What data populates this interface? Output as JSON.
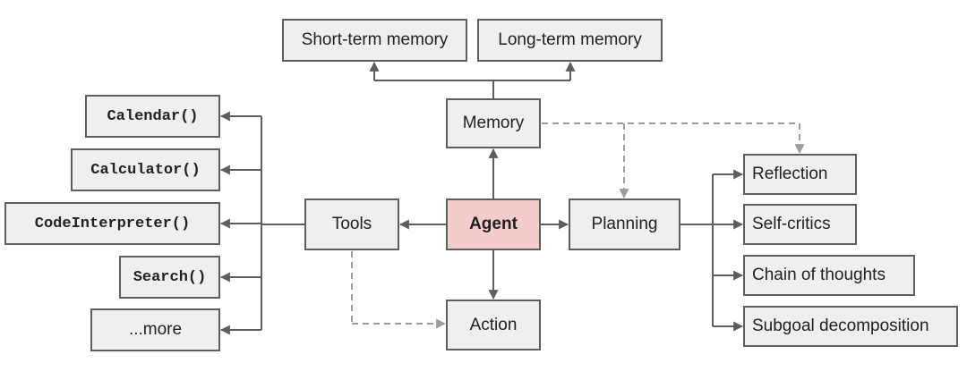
{
  "nodes": {
    "short_term_memory": "Short-term memory",
    "long_term_memory": "Long-term memory",
    "memory": "Memory",
    "agent": "Agent",
    "tools": "Tools",
    "planning": "Planning",
    "action": "Action",
    "calendar": "Calendar()",
    "calculator": "Calculator()",
    "code_interpreter": "CodeInterpreter()",
    "search": "Search()",
    "more": "...more",
    "reflection": "Reflection",
    "self_critics": "Self-critics",
    "chain_of_thoughts": "Chain of thoughts",
    "subgoal_decomposition": "Subgoal decomposition"
  },
  "colors": {
    "box_fill": "#efefef",
    "box_border": "#5e5e5e",
    "agent_fill": "#f4cccc",
    "solid_arrow": "#5e5e5e",
    "dashed_arrow": "#9e9e9e"
  }
}
